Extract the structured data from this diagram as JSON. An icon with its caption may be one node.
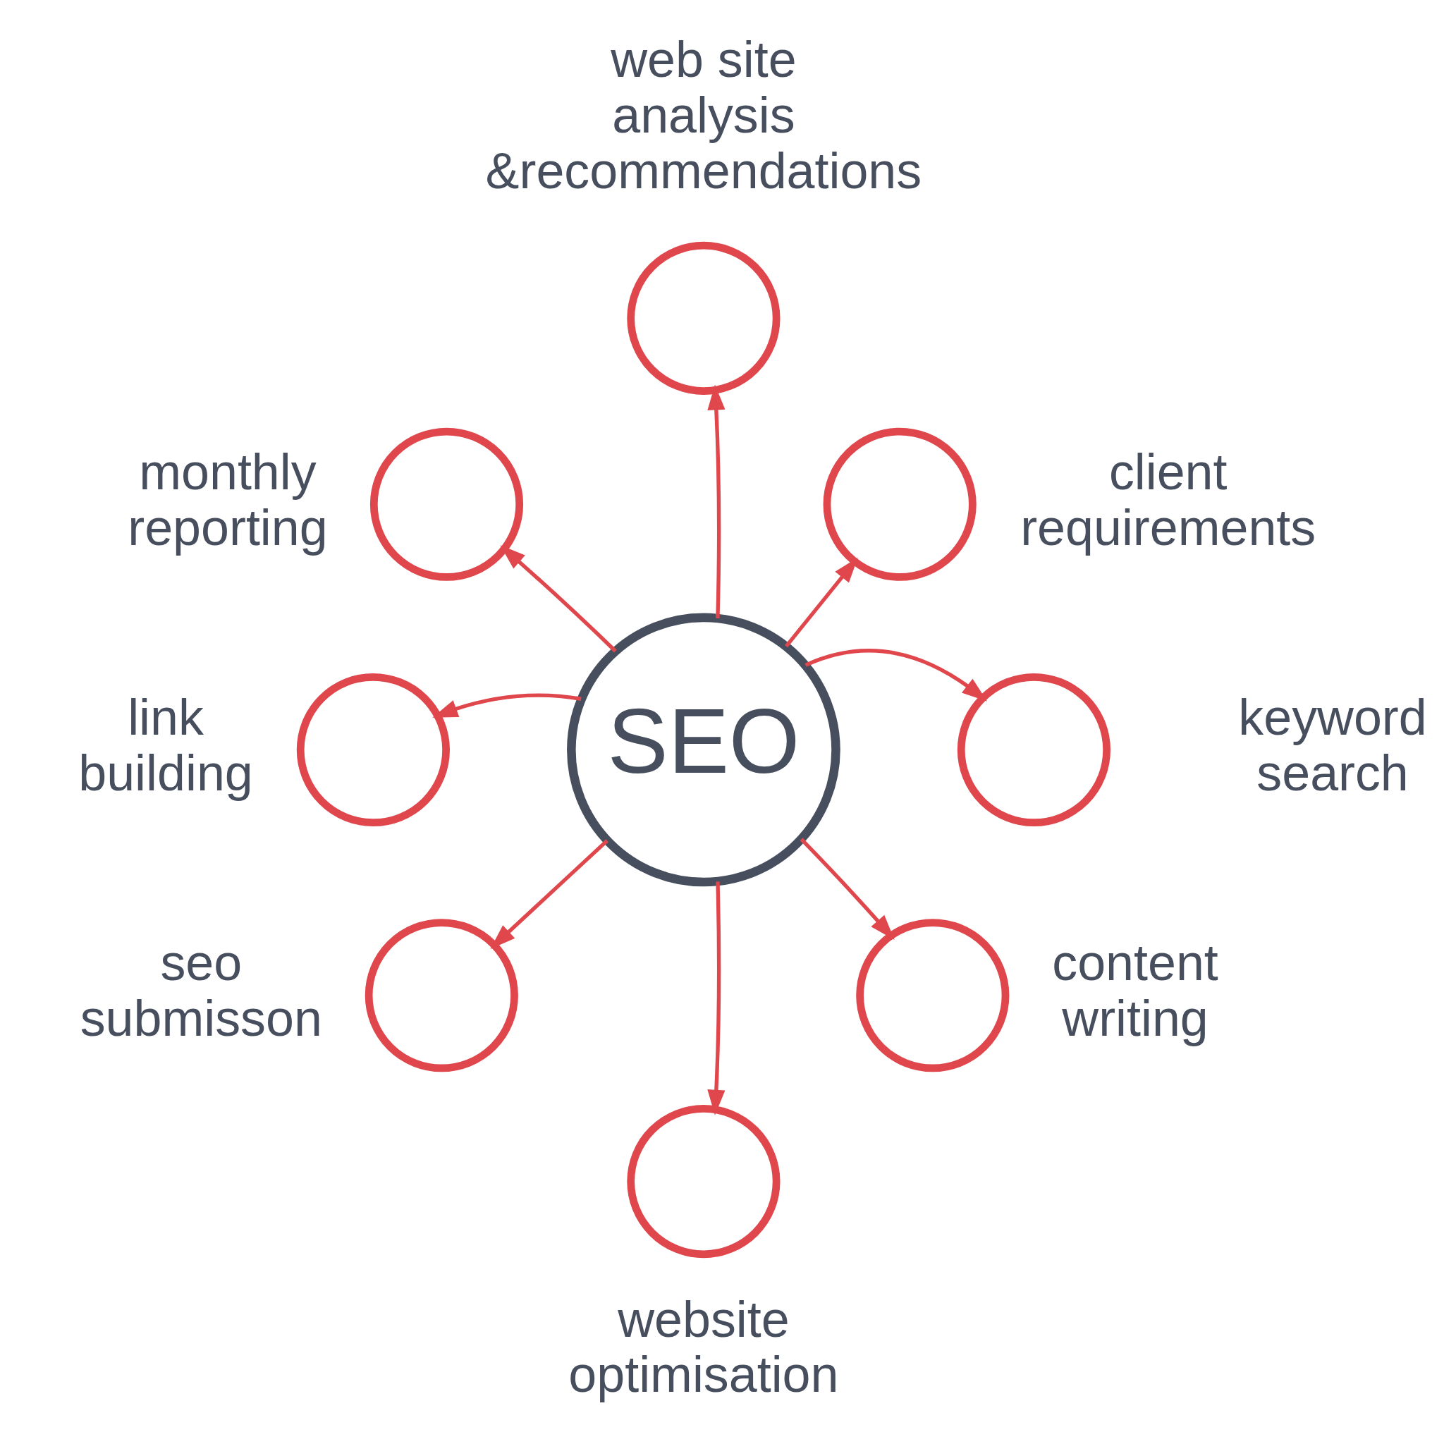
{
  "diagram": {
    "nodes": [
      {
        "text": [],
        "shape": "circle",
        "beside": [
          "web site analysis &recommendations"
        ]
      },
      {
        "text": [],
        "shape": "circle",
        "beside": [
          "monthly reporting"
        ]
      },
      {
        "text": [],
        "shape": "circle",
        "beside": [
          "client requirements"
        ]
      },
      {
        "text": [],
        "shape": "circle",
        "beside": [
          "link building"
        ]
      },
      {
        "text": [
          "SEO"
        ]
      },
      {
        "text": [],
        "shape": "circle",
        "beside": [
          "keyword search"
        ]
      },
      {
        "text": [],
        "shape": "circle",
        "beside": [
          "seo submisson"
        ]
      },
      {
        "text": [],
        "shape": "circle",
        "beside": [
          "content writing"
        ]
      },
      {
        "text": [],
        "shape": "circle",
        "beside": [
          "website optimisation"
        ]
      }
    ],
    "edges": [
      {
        "from": 4,
        "to": 0,
        "arrow": "to"
      },
      {
        "from": 4,
        "to": 2,
        "arrow": "to"
      },
      {
        "from": 4,
        "to": 5,
        "arrow": "to"
      },
      {
        "from": 4,
        "to": 7,
        "arrow": "to"
      },
      {
        "from": 4,
        "to": 8,
        "arrow": "to"
      },
      {
        "from": 4,
        "to": 6,
        "arrow": "to"
      },
      {
        "from": 4,
        "to": 3,
        "arrow": "to"
      },
      {
        "from": 4,
        "to": 1,
        "arrow": "to"
      }
    ]
  }
}
